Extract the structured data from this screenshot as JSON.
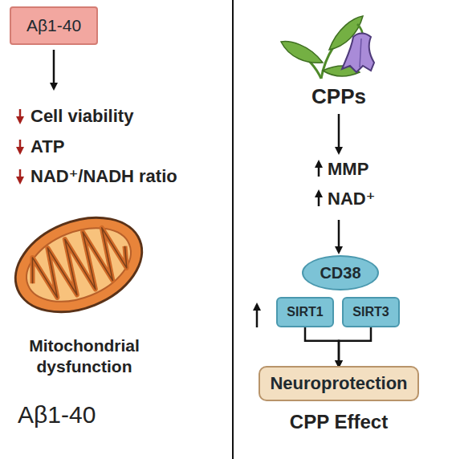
{
  "diagram": {
    "nodes": [
      {
        "text": [
          "Aβ1-40"
        ]
      },
      {
        "text": [
          "CD38"
        ]
      },
      {
        "text": [
          "SIRT1"
        ]
      },
      {
        "text": [
          "SIRT3"
        ]
      },
      {
        "text": [
          "Neuroprotection"
        ]
      }
    ],
    "edges": [
      {
        "from": 2,
        "to": 4,
        "arrow": "to"
      },
      {
        "from": 3,
        "to": 4,
        "arrow": "to"
      }
    ],
    "labels": [
      "Cell viability",
      "ATP",
      "NAD⁺/NADH ratio",
      "Mitochondrial dysfunction",
      "Aβ1-40",
      "CPPs",
      "MMP",
      "NAD⁺",
      "CPP Effect"
    ]
  }
}
